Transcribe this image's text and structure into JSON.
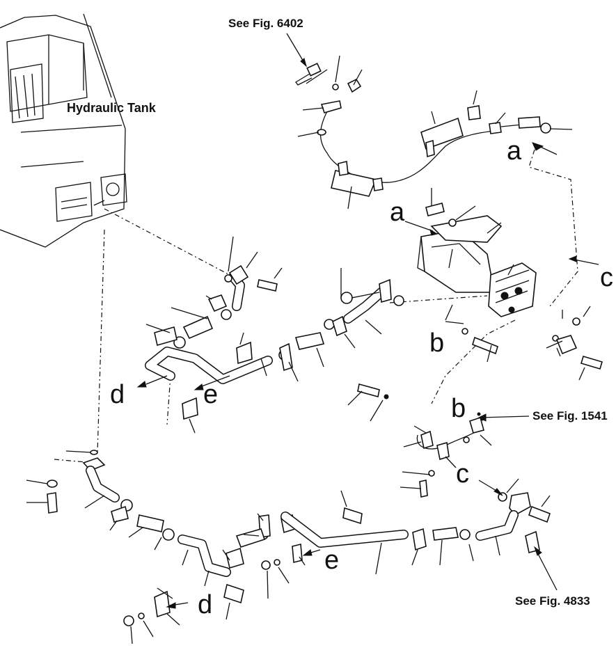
{
  "labels": {
    "see_fig_6402": "See Fig. 6402",
    "hydraulic_tank": "Hydraulic Tank",
    "see_fig_1541": "See Fig. 1541",
    "see_fig_4833": "See Fig. 4833"
  },
  "connection_letters": {
    "a_upper": "a",
    "a_lower": "a",
    "b_upper": "b",
    "b_lower": "b",
    "c_upper": "c",
    "c_lower": "c",
    "d_upper": "d",
    "d_lower": "d",
    "e_upper": "e",
    "e_lower": "e"
  }
}
